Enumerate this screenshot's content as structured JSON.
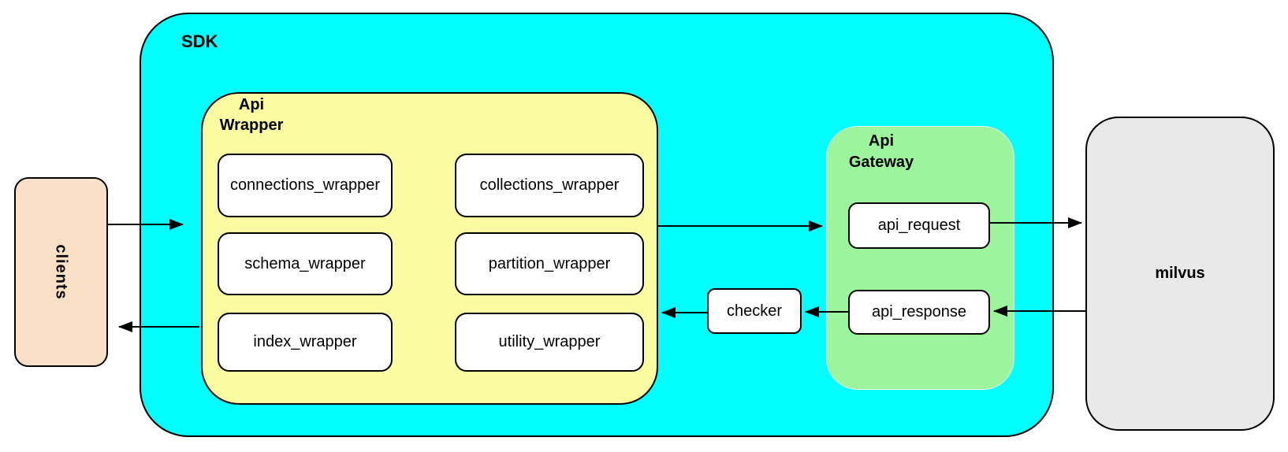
{
  "nodes": {
    "clients": "clients",
    "sdk": "SDK",
    "api_wrapper": [
      "Api",
      "Wrapper"
    ],
    "wrapper_items": [
      "connections_wrapper",
      "collections_wrapper",
      "schema_wrapper",
      "partition_wrapper",
      "index_wrapper",
      "utility_wrapper"
    ],
    "api_gateway": [
      "Api",
      "Gateway"
    ],
    "api_request": "api_request",
    "api_response": "api_response",
    "checker": "checker",
    "milvus": "milvus"
  },
  "connections": [
    {
      "from": "clients",
      "to": "api_wrapper"
    },
    {
      "from": "api_wrapper",
      "to": "api_gateway"
    },
    {
      "from": "api_request",
      "to": "milvus"
    },
    {
      "from": "milvus",
      "to": "api_response"
    },
    {
      "from": "api_response",
      "to": "checker"
    },
    {
      "from": "checker",
      "to": "api_wrapper"
    },
    {
      "from": "api_wrapper",
      "to": "clients"
    }
  ],
  "colors": {
    "sdk_fill": "#00FFFF",
    "api_wrapper_fill": "#FBFBA2",
    "api_gateway_fill": "#9CF49C",
    "clients_fill": "#FAE0C6",
    "milvus_fill": "#E9E9E9",
    "node_fill": "#FFFFFF",
    "stroke": "#000000"
  }
}
